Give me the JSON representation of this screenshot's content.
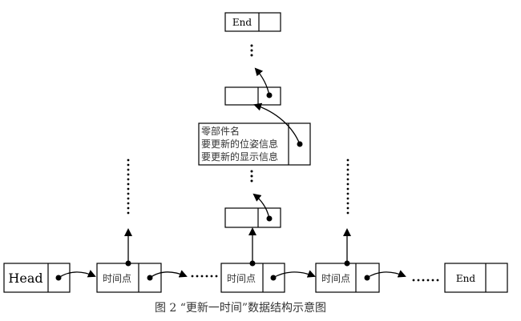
{
  "diagram": {
    "head_label": "Head",
    "end_label": "End",
    "time_node_label": "时间点",
    "part_node_lines": [
      "零部件名",
      "要更新的位姿信息",
      "要更新的显示信息"
    ],
    "ellipsis_horizontal": "……",
    "caption": "图 2 “更新一时间”数据结构示意图"
  }
}
